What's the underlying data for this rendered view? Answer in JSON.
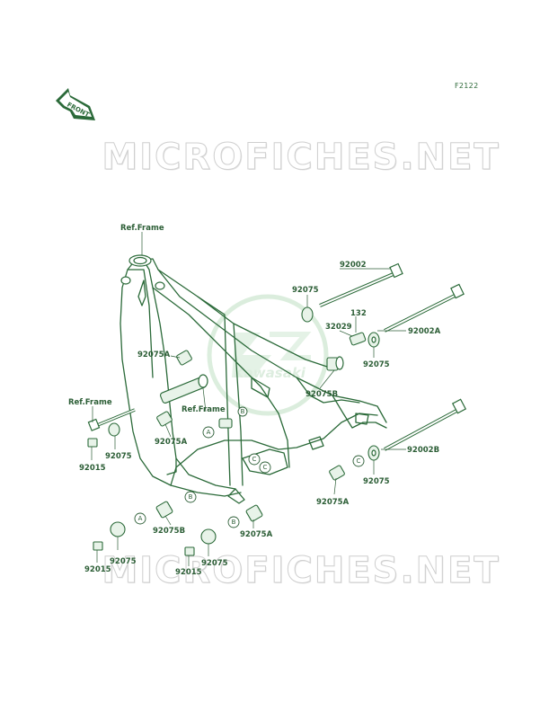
{
  "figure_id": "F2122",
  "front_label": "FRONT",
  "watermark": "MICROFICHES.NET",
  "logo_text": "Kawasaki",
  "labels": {
    "ref_frame_top": "Ref.Frame",
    "ref_frame_left": "Ref.Frame",
    "ref_frame_mid": "Ref.Frame",
    "p92002": "92002",
    "p92075_top": "92075",
    "p132": "132",
    "p32029": "32029",
    "p92002A": "92002A",
    "p92075_right1": "92075",
    "p92075B_mid": "92075B",
    "p92075A_upper": "92075A",
    "p92075_left": "92075",
    "p92015_left": "92015",
    "p92075A_left": "92075A",
    "p92002B": "92002B",
    "p92075_right2": "92075",
    "p92075A_right": "92075A",
    "p92075B_low": "92075B",
    "p92075_bl": "92075",
    "p92015_bl": "92015",
    "p92075A_bm": "92075A",
    "p92075_bm": "92075",
    "p92015_bm": "92015"
  },
  "callouts": [
    "A",
    "B",
    "C",
    "C",
    "C",
    "A",
    "B",
    "B"
  ]
}
